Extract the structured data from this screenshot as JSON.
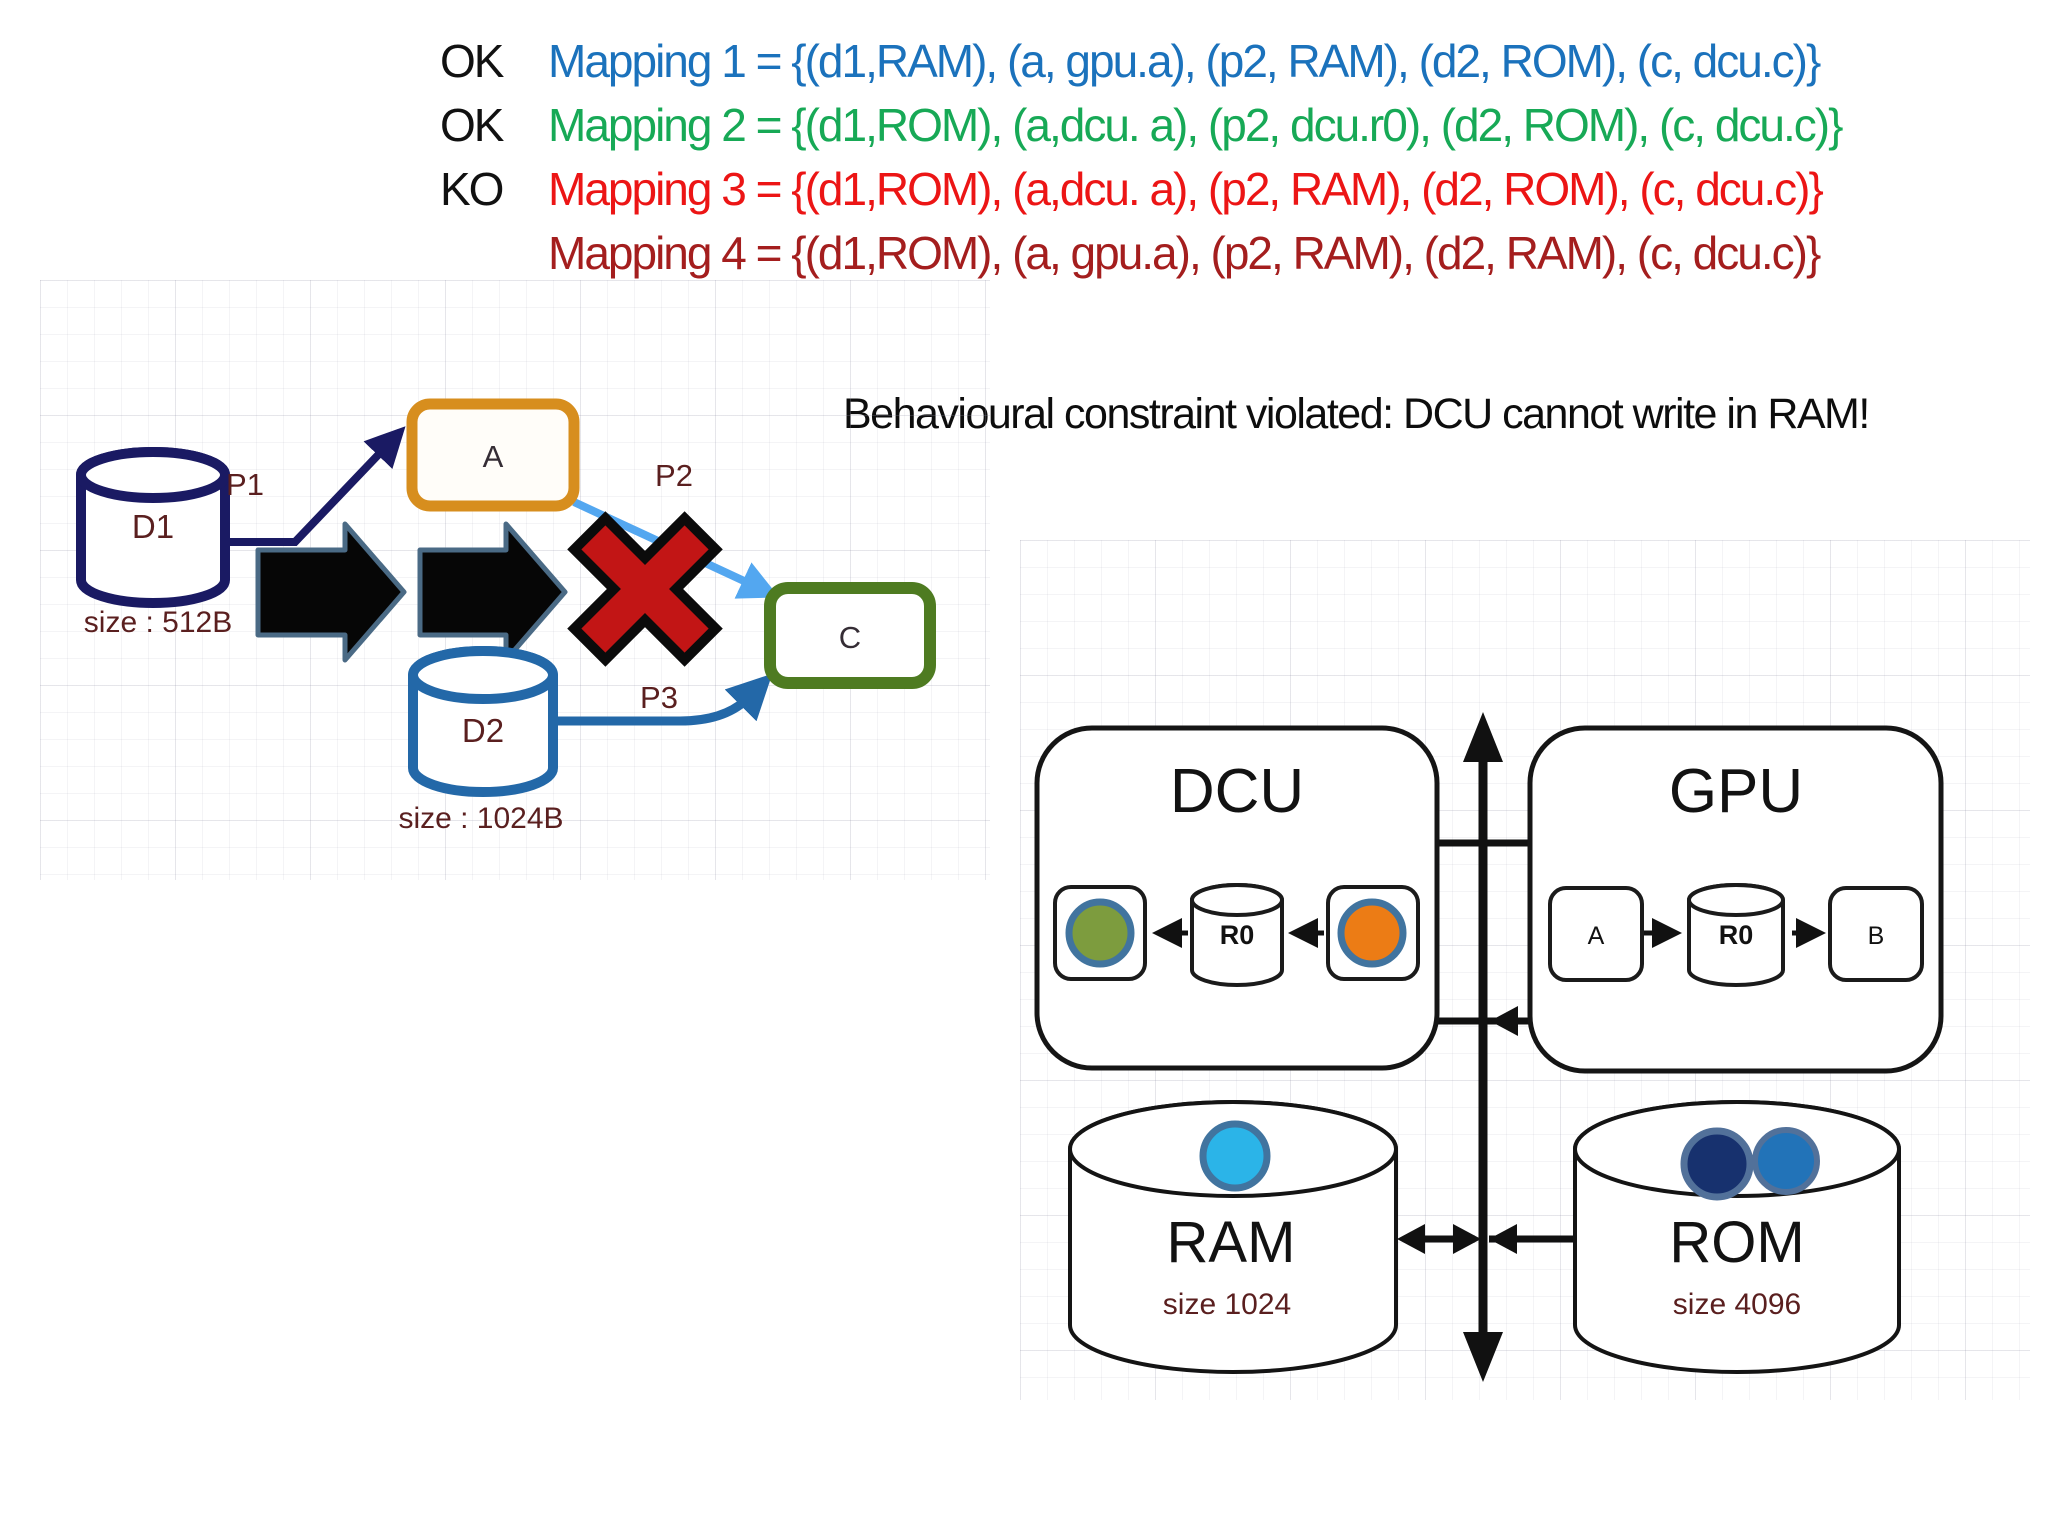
{
  "mappings": {
    "rows": [
      {
        "verdict": "OK",
        "label": "Mapping 1 = {(d1,RAM), (a, gpu.a), (p2, RAM), (d2, ROM), (c, dcu.c)}",
        "color": "#1b72bc"
      },
      {
        "verdict": "OK",
        "label": "Mapping 2 = {(d1,ROM), (a,dcu. a), (p2, dcu.r0), (d2, ROM), (c, dcu.c)}",
        "color": "#17a956"
      },
      {
        "verdict": "KO",
        "label": "Mapping 3 = {(d1,ROM), (a,dcu. a), (p2, RAM), (d2, ROM), (c, dcu.c)}",
        "color": "#ec1515"
      },
      {
        "verdict": "",
        "label": "Mapping 4 = {(d1,ROM), (a, gpu.a), (p2, RAM), (d2, RAM), (c, dcu.c)}",
        "color": "#a41e1e"
      }
    ]
  },
  "banner": {
    "text": "Behavioural constraint violated: DCU cannot write in RAM!"
  },
  "dataflow": {
    "d1": {
      "label": "D1",
      "size": "size : 512B"
    },
    "a": {
      "label": "A"
    },
    "c": {
      "label": "C"
    },
    "d2": {
      "label": "D2",
      "size": "size : 1024B"
    },
    "p1": {
      "label": "P1"
    },
    "p2": {
      "label": "P2"
    },
    "p3": {
      "label": "P3"
    }
  },
  "architecture": {
    "dcu": {
      "title": "DCU",
      "register": "R0"
    },
    "gpu": {
      "title": "GPU",
      "a": "A",
      "register": "R0",
      "b": "B"
    },
    "ram": {
      "label": "RAM",
      "size": "size 1024"
    },
    "rom": {
      "label": "ROM",
      "size": "size 4096"
    }
  },
  "colors": {
    "mapping_1_blue": "#1b72bc",
    "mapping_2_green": "#17a956",
    "mapping_3_red": "#ec1515",
    "mapping_4_dark_red": "#a41e1e",
    "d1_navy": "#1a1a63",
    "d2_blue": "#2368a8",
    "p2_light_blue": "#53a7f0",
    "a_border_orange": "#d78e1e",
    "c_border_green": "#4e7b21",
    "cross_red": "#c21515",
    "block_arrow_fill": "#060606",
    "block_arrow_outline": "#4a6a85",
    "label_maroon": "#5a1f1f",
    "dot_cyan": "#2bb4e8",
    "dot_dark_navy": "#17316e",
    "dot_blue": "#2273b8",
    "dot_green": "#7d9c3e",
    "dot_orange": "#ec7c15",
    "dot_ring_slate": "#41749f"
  }
}
